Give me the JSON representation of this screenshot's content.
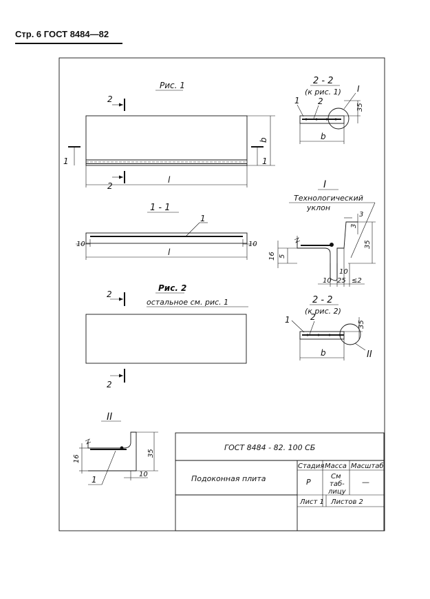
{
  "header": {
    "text": "Стр. 6 ГОСТ 8484—82"
  },
  "fig1": {
    "title": "Рис. 1",
    "section_2": "2",
    "section_1": "1",
    "dim_b": "b",
    "dim_l": "l"
  },
  "section_1_1": {
    "title": "1 - 1",
    "callout": "1",
    "dim_left": "10",
    "dim_right": "10",
    "dim_l": "l"
  },
  "fig2": {
    "title": "Рис. 2",
    "subtitle": "остальное см. рис. 1",
    "section_2": "2"
  },
  "section_2_2_a": {
    "title": "2 - 2",
    "ref": "(к рис. 1)",
    "callout_1": "1",
    "callout_2": "2",
    "node": "I",
    "dim_35": "35",
    "dim_b": "b"
  },
  "detail_I": {
    "title": "I",
    "note_line1": "Технологический",
    "note_line2": "уклон",
    "d3a": "3",
    "d3b": "3",
    "d35": "35",
    "d16": "16",
    "d5": "5",
    "d10a": "10",
    "d10b": "10",
    "d25": "25",
    "d2": "≤2"
  },
  "section_2_2_b": {
    "title": "2 - 2",
    "ref": "(к рис. 2)",
    "callout_1": "1",
    "callout_2": "2",
    "node": "II",
    "dim_35": "35",
    "dim_b": "b"
  },
  "detail_II": {
    "title": "II",
    "d16": "16",
    "d35": "35",
    "d10": "10",
    "callout": "1"
  },
  "title_block": {
    "doc_code": "ГОСТ 8484 - 82. 100 СБ",
    "name": "Подоконная плита",
    "col_stage": "Стадия",
    "col_mass": "Масса",
    "col_scale": "Масштаб",
    "stage_value": "Р",
    "mass_line1": "См",
    "mass_line2": "таб-",
    "mass_line3": "лицу",
    "scale_value": "—",
    "sheet": "Лист 1",
    "sheets": "Листов 2"
  }
}
